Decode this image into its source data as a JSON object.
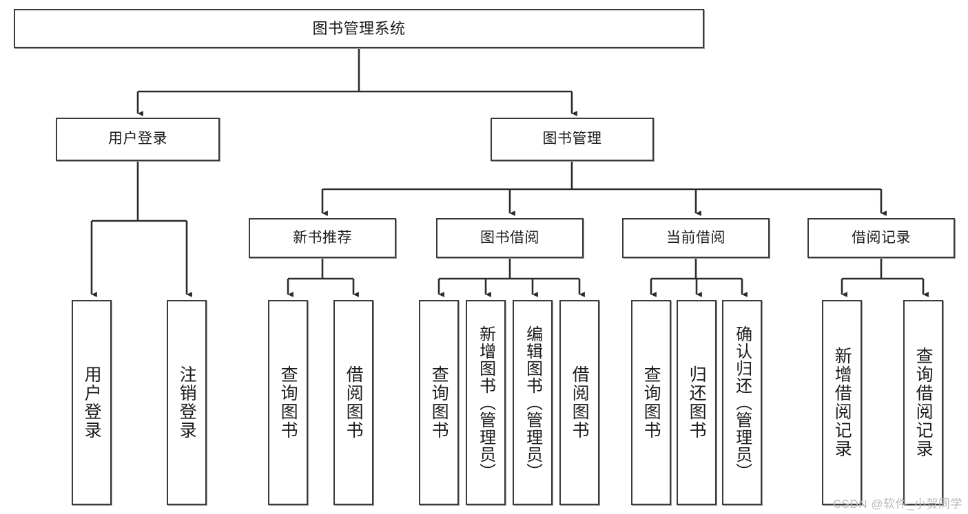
{
  "diagram": {
    "title": "图书管理系统",
    "type": "tree-hierarchy",
    "watermark": "CSDN @软件_小贺同学",
    "colors": {
      "node_border": "#3a3a3a",
      "node_fill": "#ffffff",
      "edge": "#2b2b2b",
      "text": "#1c1c1c",
      "watermark": "#b9b9b9"
    },
    "levels": {
      "root": {
        "label": "图书管理系统"
      },
      "level2": [
        {
          "label": "用户登录"
        },
        {
          "label": "图书管理"
        }
      ],
      "level3": [
        {
          "label": "新书推荐"
        },
        {
          "label": "图书借阅"
        },
        {
          "label": "当前借阅"
        },
        {
          "label": "借阅记录"
        }
      ],
      "leaves": {
        "user_login": [
          {
            "label": "用户登录"
          },
          {
            "label": "注销登录"
          }
        ],
        "new_book_recommend": [
          {
            "label": "查询图书"
          },
          {
            "label": "借阅图书"
          }
        ],
        "book_borrow": [
          {
            "label": "查询图书"
          },
          {
            "label": "新增图书（管理员）"
          },
          {
            "label": "编辑图书（管理员）"
          },
          {
            "label": "借阅图书"
          }
        ],
        "current_borrow": [
          {
            "label": "查询图书"
          },
          {
            "label": "归还图书"
          },
          {
            "label": "确认归还（管理员）"
          }
        ],
        "borrow_record": [
          {
            "label": "新增借阅记录"
          },
          {
            "label": "查询借阅记录"
          }
        ]
      }
    }
  }
}
